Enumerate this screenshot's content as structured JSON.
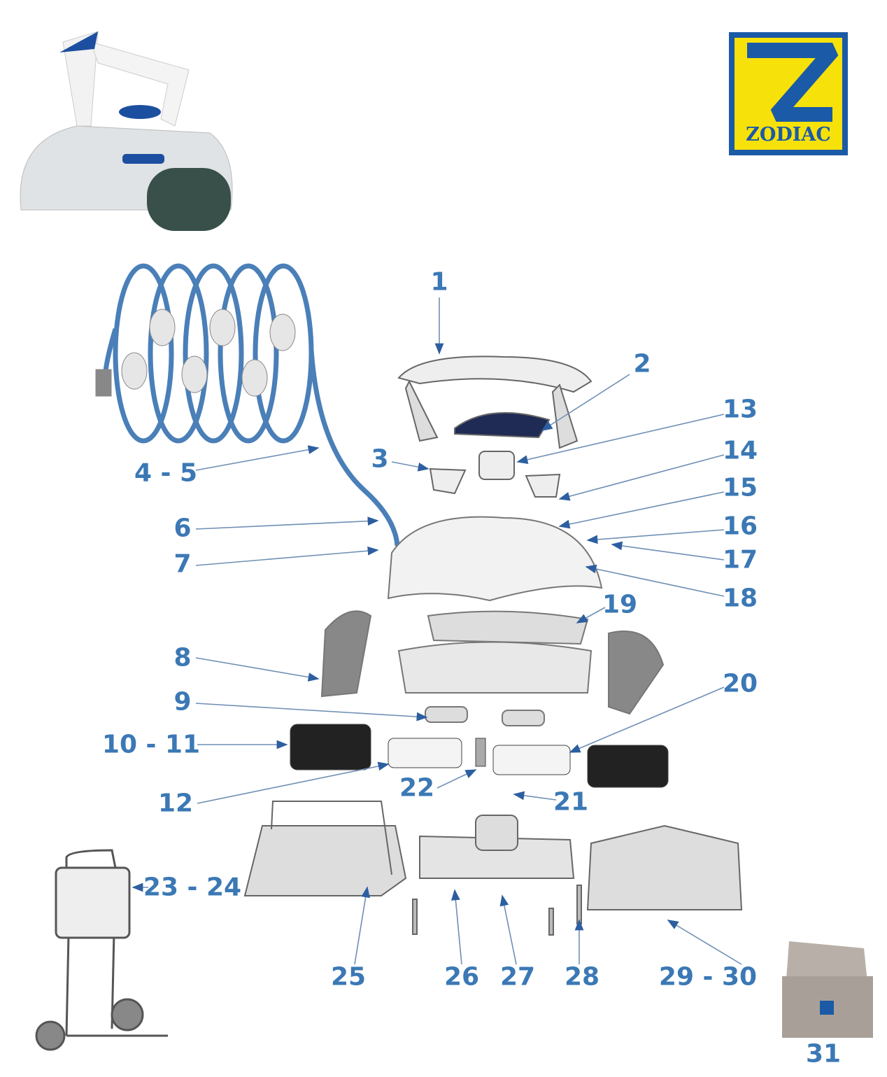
{
  "title": "Zodiac pool robot exploded parts diagram",
  "logo": {
    "brand": "ZODIAC",
    "colors": {
      "blue": "#1b5aa6",
      "yellow": "#f6e20a"
    }
  },
  "label_color": "#3b78b5",
  "parts": [
    {
      "id": "p1",
      "label": "1"
    },
    {
      "id": "p2",
      "label": "2"
    },
    {
      "id": "p13",
      "label": "13"
    },
    {
      "id": "p3",
      "label": "3"
    },
    {
      "id": "p14",
      "label": "14"
    },
    {
      "id": "p4_5",
      "label": "4 - 5"
    },
    {
      "id": "p15",
      "label": "15"
    },
    {
      "id": "p6",
      "label": "6"
    },
    {
      "id": "p16",
      "label": "16"
    },
    {
      "id": "p17",
      "label": "17"
    },
    {
      "id": "p7",
      "label": "7"
    },
    {
      "id": "p18",
      "label": "18"
    },
    {
      "id": "p19",
      "label": "19"
    },
    {
      "id": "p8",
      "label": "8"
    },
    {
      "id": "p20",
      "label": "20"
    },
    {
      "id": "p9",
      "label": "9"
    },
    {
      "id": "p10_11",
      "label": "10 - 11"
    },
    {
      "id": "p22",
      "label": "22"
    },
    {
      "id": "p21",
      "label": "21"
    },
    {
      "id": "p12",
      "label": "12"
    },
    {
      "id": "p23_24",
      "label": "23 - 24"
    },
    {
      "id": "p25",
      "label": "25"
    },
    {
      "id": "p26",
      "label": "26"
    },
    {
      "id": "p27",
      "label": "27"
    },
    {
      "id": "p28",
      "label": "28"
    },
    {
      "id": "p29_30",
      "label": "29 - 30"
    },
    {
      "id": "p31",
      "label": "31"
    }
  ]
}
